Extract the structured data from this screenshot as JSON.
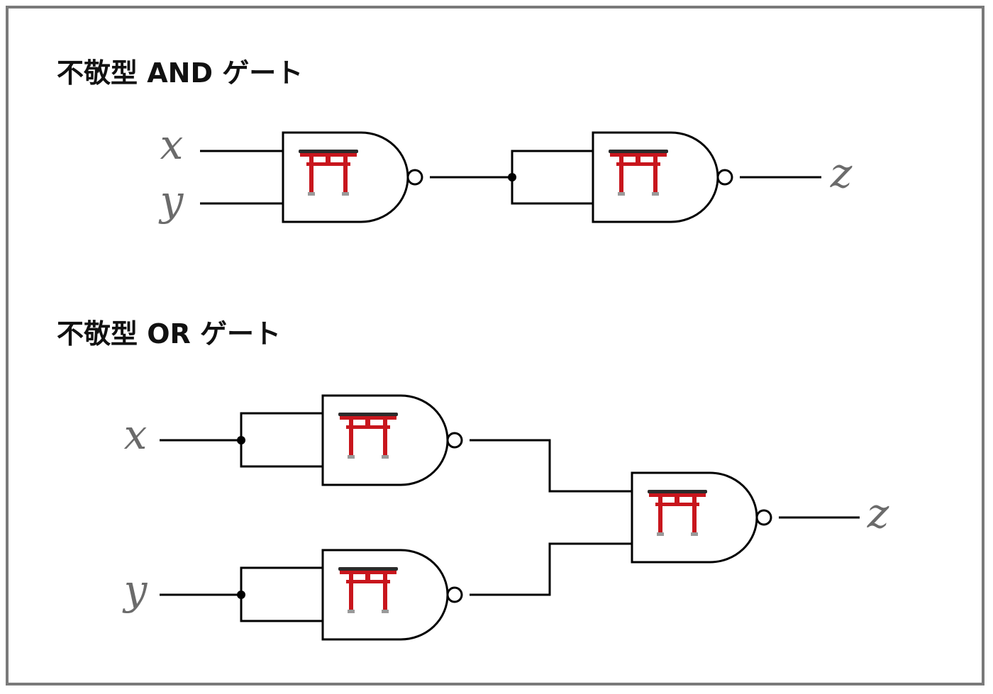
{
  "sections": {
    "and": {
      "title": "不敬型 AND ゲート",
      "inputs": [
        "x",
        "y"
      ],
      "output": "z"
    },
    "or": {
      "title": "不敬型 OR ゲート",
      "inputs": [
        "x",
        "y"
      ],
      "output": "z"
    }
  },
  "gate_icon": "torii-gate-icon",
  "colors": {
    "torii": "#c8161d",
    "torii_beam": "#2b2b2b",
    "torii_base": "#9a9a9a",
    "label": "#6b6b6b",
    "border": "#7a7a7a"
  }
}
